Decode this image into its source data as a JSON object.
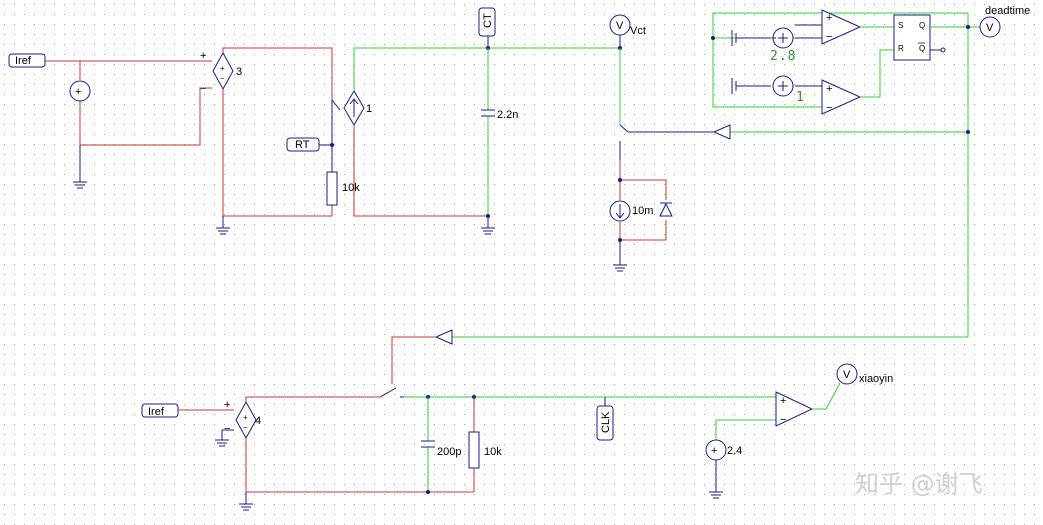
{
  "colors": {
    "wire_red": "#cc3333",
    "wire_green": "#2fd12f",
    "component": "#1a1a8c",
    "grid": "#9a9a9a",
    "green_text": "#2a9a2a",
    "watermark": "#cfcfcf"
  },
  "nets": {
    "iref_top": "Iref",
    "rt": "RT",
    "ct": "CT",
    "iref_bottom": "Iref",
    "clk": "CLK"
  },
  "probes": {
    "ct": "Vct",
    "deadtime": "deadtime",
    "xiaoyin": "xiaoyin"
  },
  "probe_symbol": "V",
  "parts": {
    "vcvs_top": "3",
    "cccs": "1",
    "vcvs_bottom": "4",
    "cap_top": "2.2n",
    "res_top": "10k",
    "isrc": "10m",
    "vth_high": "2.8",
    "vth_low": "1",
    "cap_bottom": "200p",
    "res_bottom": "10k",
    "vref_bottom": "2.4"
  },
  "flipflop": {
    "s": "S",
    "r": "R",
    "q": "Q",
    "qbar": "Q"
  },
  "watermark": "知乎 @谢飞"
}
